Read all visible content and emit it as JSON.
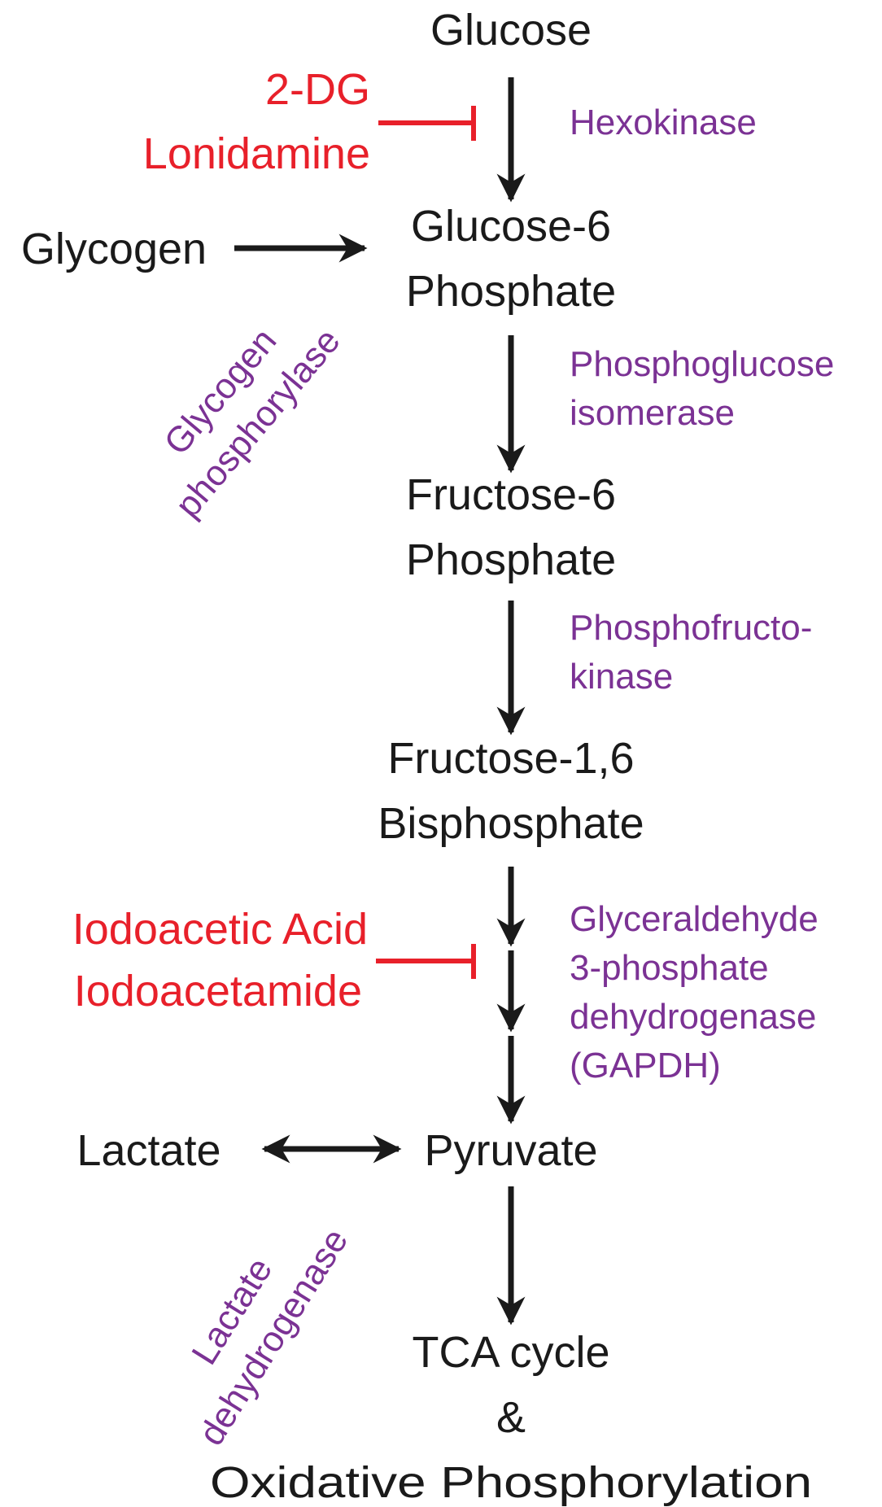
{
  "colors": {
    "metabolite": "#1a1a1a",
    "enzyme": "#7b3294",
    "inhibitor": "#e8202a",
    "arrow": "#1a1a1a"
  },
  "metabolites": {
    "glucose": "Glucose",
    "glucose6p_line1": "Glucose-6",
    "glucose6p_line2": "Phosphate",
    "glycogen": "Glycogen",
    "fructose6p_line1": "Fructose-6",
    "fructose6p_line2": "Phosphate",
    "fructose16bp_line1": "Fructose-1,6",
    "fructose16bp_line2": "Bisphosphate",
    "lactate": "Lactate",
    "pyruvate": "Pyruvate",
    "tca_line1": "TCA cycle",
    "tca_line2": "&",
    "tca_line3": "Oxidative Phosphorylation"
  },
  "enzymes": {
    "hexokinase": "Hexokinase",
    "glycogen_phosphorylase_line1": "Glycogen",
    "glycogen_phosphorylase_line2": "phosphorylase",
    "phosphoglucose_isomerase_line1": "Phosphoglucose",
    "phosphoglucose_isomerase_line2": "isomerase",
    "phosphofructokinase_line1": "Phosphofructo-",
    "phosphofructokinase_line2": "kinase",
    "gapdh_line1": "Glyceraldehyde",
    "gapdh_line2": "3-phosphate",
    "gapdh_line3": "dehydrogenase",
    "gapdh_line4": "(GAPDH)",
    "lactate_dehydrogenase_line1": "Lactate",
    "lactate_dehydrogenase_line2": "dehydrogenase"
  },
  "inhibitors": {
    "two_dg": "2-DG",
    "lonidamine": "Lonidamine",
    "iodoacetic_acid": "Iodoacetic Acid",
    "iodoacetamide": "Iodoacetamide"
  }
}
